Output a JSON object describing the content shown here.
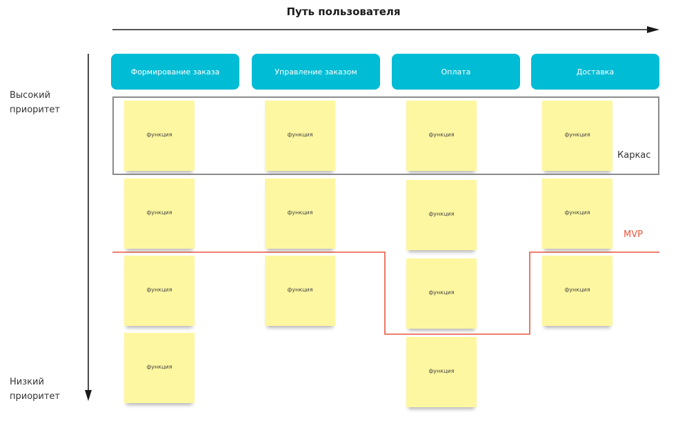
{
  "title": "Путь пользователя",
  "priority_high": "Высокий приоритет",
  "priority_low": "Низкий приоритет",
  "stages": [
    {
      "label": "Формирование заказа",
      "features": [
        "функция",
        "функция",
        "функция",
        "функция"
      ]
    },
    {
      "label": "Управление заказом",
      "features": [
        "функция",
        "функция",
        "функция"
      ]
    },
    {
      "label": "Оплата",
      "features": [
        "функция",
        "функция",
        "функция",
        "функция"
      ]
    },
    {
      "label": "Доставка",
      "features": [
        "функция",
        "функция",
        "функция"
      ]
    }
  ],
  "frame_label": "Каркас",
  "mvp_label": "MVP",
  "colors": {
    "header": "#00bcd4",
    "sticky": "#fef7a1",
    "mvp_line": "#e8553d",
    "frame": "#8a8a8a"
  }
}
